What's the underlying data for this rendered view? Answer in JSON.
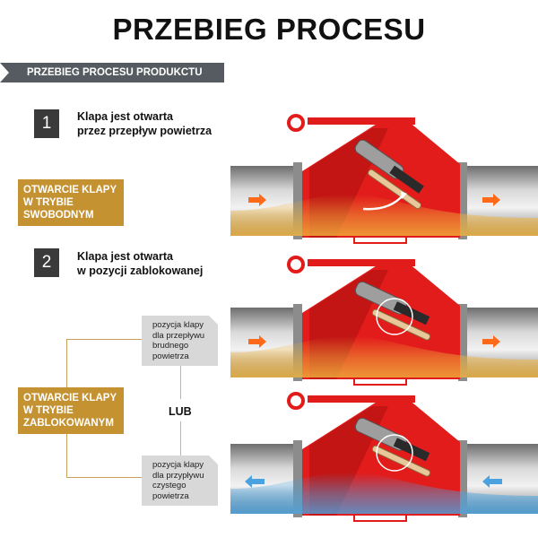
{
  "title": "PRZEBIEG PROCESU",
  "banner": "PRZEBIEG PROCESU PRODUKCTU",
  "steps": [
    {
      "number": "1",
      "line1": "Klapa jest otwarta",
      "line2": "przez przepływ powietrza"
    },
    {
      "number": "2",
      "line1": "Klapa jest otwarta",
      "line2": "w pozycji zablokowanej"
    }
  ],
  "modes": {
    "free": [
      "OTWARCIE KLAPY",
      "W TRYBIE",
      "SWOBODNYM"
    ],
    "blocked": [
      "OTWARCIE KLAPY",
      "W TRYBIE",
      "ZABLOKOWANYM"
    ]
  },
  "notes": {
    "dirty": [
      "pozycja klapy",
      "dla przepływu",
      "brudnego",
      "powietrza"
    ],
    "clean": [
      "pozycja klapy",
      "dla przypływu",
      "czystego",
      "powietrza"
    ]
  },
  "or_label": "LUB",
  "colors": {
    "red": "#e21b1b",
    "dark_red": "#a8100e",
    "flow_dirty": "#f0b33c",
    "flow_clean": "#4aa3e0",
    "pipe": "#9a9a9a",
    "gold": "#c59232"
  },
  "units": [
    {
      "flow": "dirty",
      "flap": "free"
    },
    {
      "flow": "dirty",
      "flap": "locked"
    },
    {
      "flow": "clean",
      "flap": "locked"
    }
  ]
}
